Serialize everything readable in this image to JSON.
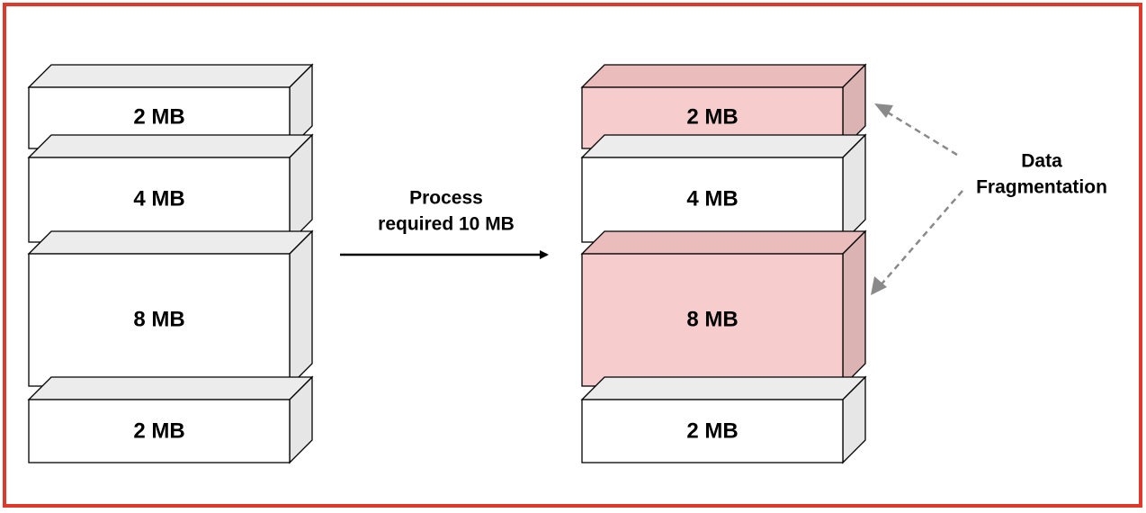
{
  "colors": {
    "frame_border": "#e0392b",
    "block_front": "#ffffff",
    "block_top": "#ececec",
    "block_side": "#e6e6e6",
    "fragment_front": "#f6cccc",
    "fragment_top": "#ebbcbc",
    "fragment_side": "#dbb3b3",
    "dashed_arrow": "#8a8a8a"
  },
  "left_stack": {
    "blocks": [
      {
        "label": "2 MB",
        "highlight": false
      },
      {
        "label": "4 MB",
        "highlight": false
      },
      {
        "label": "8 MB",
        "highlight": false
      },
      {
        "label": "2 MB",
        "highlight": false
      }
    ]
  },
  "right_stack": {
    "blocks": [
      {
        "label": "2 MB",
        "highlight": true
      },
      {
        "label": "4 MB",
        "highlight": false
      },
      {
        "label": "8 MB",
        "highlight": true
      },
      {
        "label": "2 MB",
        "highlight": false
      }
    ]
  },
  "process_arrow": {
    "line1": "Process",
    "line2": "required 10 MB"
  },
  "fragmentation_note": {
    "line1": "Data",
    "line2": "Fragmentation"
  }
}
